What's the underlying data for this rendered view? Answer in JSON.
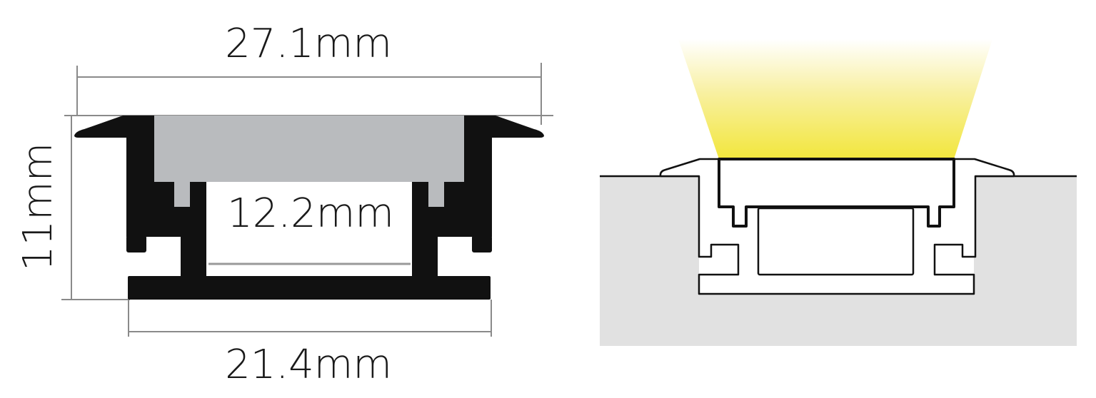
{
  "dimensions": {
    "overall_width": "27.1mm",
    "inner_width": "12.2mm",
    "base_width": "21.4mm",
    "height": "11mm"
  },
  "colors": {
    "profile": "#111111",
    "diffuser": "#b9bbbe",
    "ground": "#e1e1e1",
    "light": "#f2e63c",
    "dimension_line": "#8a8a8a"
  }
}
